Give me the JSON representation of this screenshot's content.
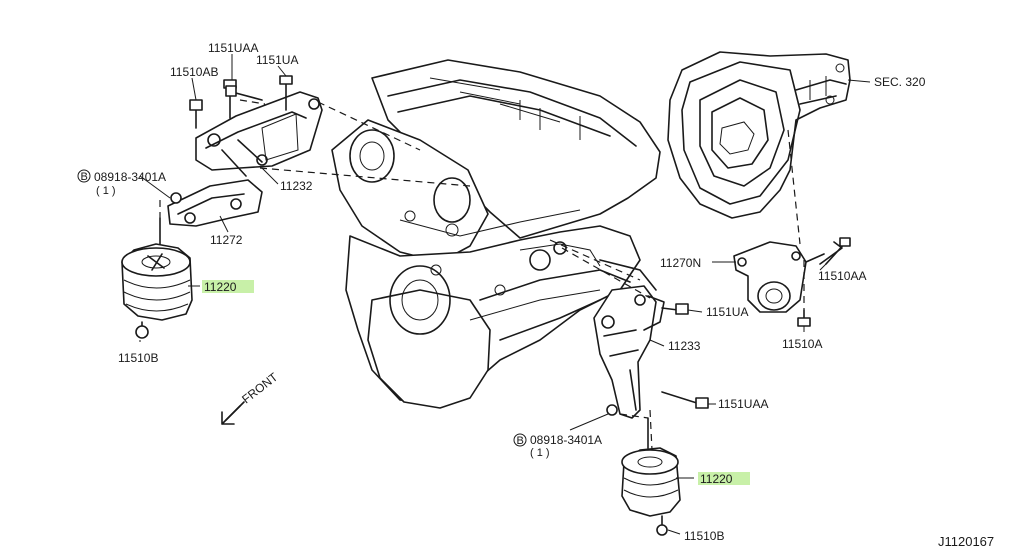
{
  "diagram": {
    "labels": {
      "p1151uaa_top": "1151UAA",
      "p11510ab": "11510AB",
      "p1151ua_top": "1151UA",
      "p08918_left": "08918-3401A",
      "qty_left": "( 1 )",
      "p11232": "11232",
      "p11272": "11272",
      "p11220_left": "11220",
      "p11510b_left": "11510B",
      "front": "FRONT",
      "sec320": "SEC. 320",
      "p11270n": "11270N",
      "p11510aa": "11510AA",
      "p11510a": "11510A",
      "p1151ua_right": "1151UA",
      "p11233": "11233",
      "p1151uaa_bottom": "1151UAA",
      "p08918_bottom": "08918-3401A",
      "qty_bottom": "( 1 )",
      "p11220_bottom": "11220",
      "p11510b_bottom": "11510B",
      "diagram_id": "J1120167",
      "bolt_symbol": "B"
    },
    "highlight_color": "#c8f0a8"
  }
}
